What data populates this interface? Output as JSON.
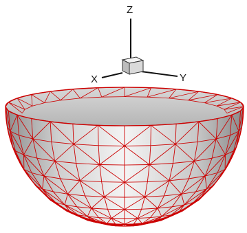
{
  "axes": {
    "z_label": "Z",
    "x_label": "X",
    "y_label": "Y"
  },
  "mesh": {
    "shape": "hemisphere",
    "element_type": "triangular",
    "edge_color": "#cc0000",
    "rings": 9,
    "segments": 14
  }
}
